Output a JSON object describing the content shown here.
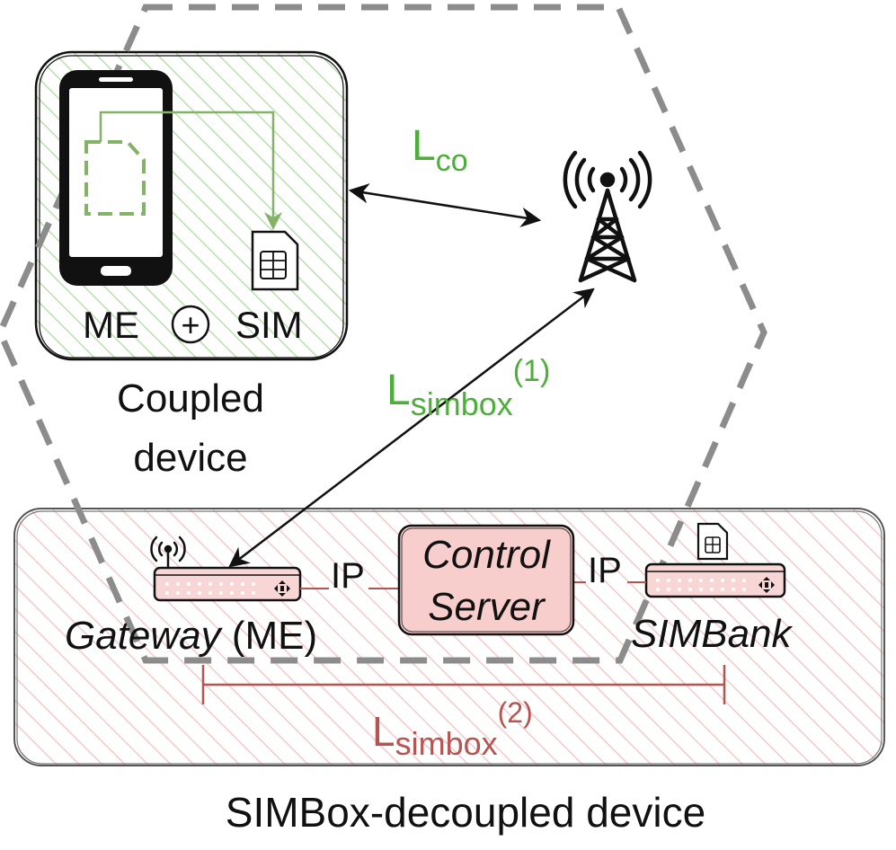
{
  "colors": {
    "green": "#4caf3a",
    "red": "#b85450",
    "hatch_green": "#b9e0ad",
    "hatch_red": "#f2c3c3",
    "server_fill": "#f8cecc",
    "device_fill": "#f8d6d6",
    "dash_gray": "#8c8c8c"
  },
  "coupled": {
    "me_label": "ME",
    "plus_symbol": "+",
    "sim_label": "SIM",
    "caption_line1": "Coupled",
    "caption_line2": "device"
  },
  "links": {
    "lco_base": "L",
    "lco_sub": "co",
    "lsimbox1_base": "L",
    "lsimbox1_sub": "simbox",
    "lsimbox1_sup": "(1)",
    "lsimbox2_base": "L",
    "lsimbox2_sub": "simbox",
    "lsimbox2_sup": "(2)"
  },
  "decoupled": {
    "gateway_label": "Gateway",
    "gateway_suffix": " (ME)",
    "ip_left": "IP",
    "ip_right": "IP",
    "server_line1": "Control",
    "server_line2": "Server",
    "simbank_label": "SIMBank",
    "caption": "SIMBox-decoupled device"
  },
  "icons": {
    "phone": "smartphone-icon",
    "sim": "sim-card-icon",
    "tower": "cell-tower-icon",
    "gateway": "router-icon",
    "simbank": "sim-bank-icon"
  }
}
